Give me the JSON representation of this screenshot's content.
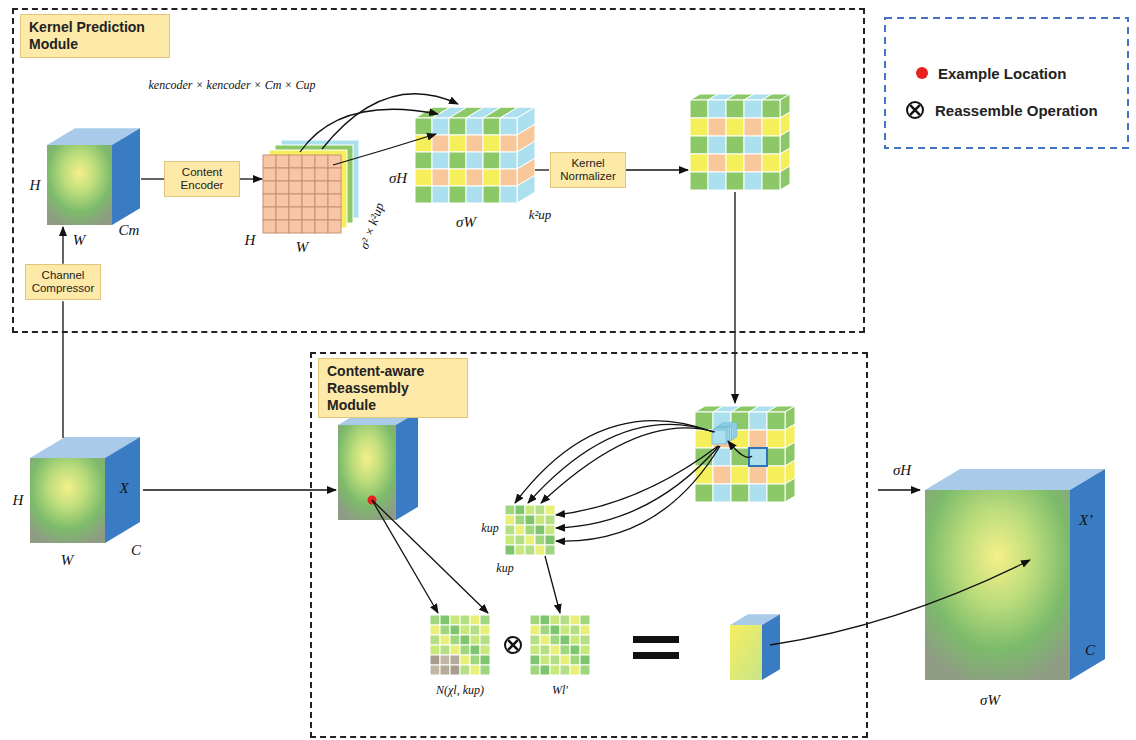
{
  "diagram": {
    "nodes": [
      {
        "text": [
          "Kernel Prediction Module"
        ]
      },
      {
        "text": [
          "Content Encoder"
        ],
        "in": 0
      },
      {
        "text": [
          "Kernel Normalizer"
        ],
        "in": 0
      },
      {
        "text": [
          "Channel Compressor"
        ],
        "in": 0
      },
      {
        "text": [
          "Content-aware Reassembly Module"
        ]
      }
    ],
    "labels": [
      "kencoder × kencoder × Cm × Cup",
      "H",
      "W",
      "Cm",
      "H",
      "W",
      "σ² × k²up",
      "σH",
      "σW",
      "k²up",
      "H",
      "W",
      "X",
      "C",
      "kup",
      "kup",
      "N(χl, kup)",
      "Wl′",
      "σH",
      "X’",
      "C",
      "σW"
    ],
    "legend": [
      {
        "text": "Example Location",
        "color": "#e8201f"
      },
      {
        "text": "Reassemble Operation"
      }
    ]
  }
}
